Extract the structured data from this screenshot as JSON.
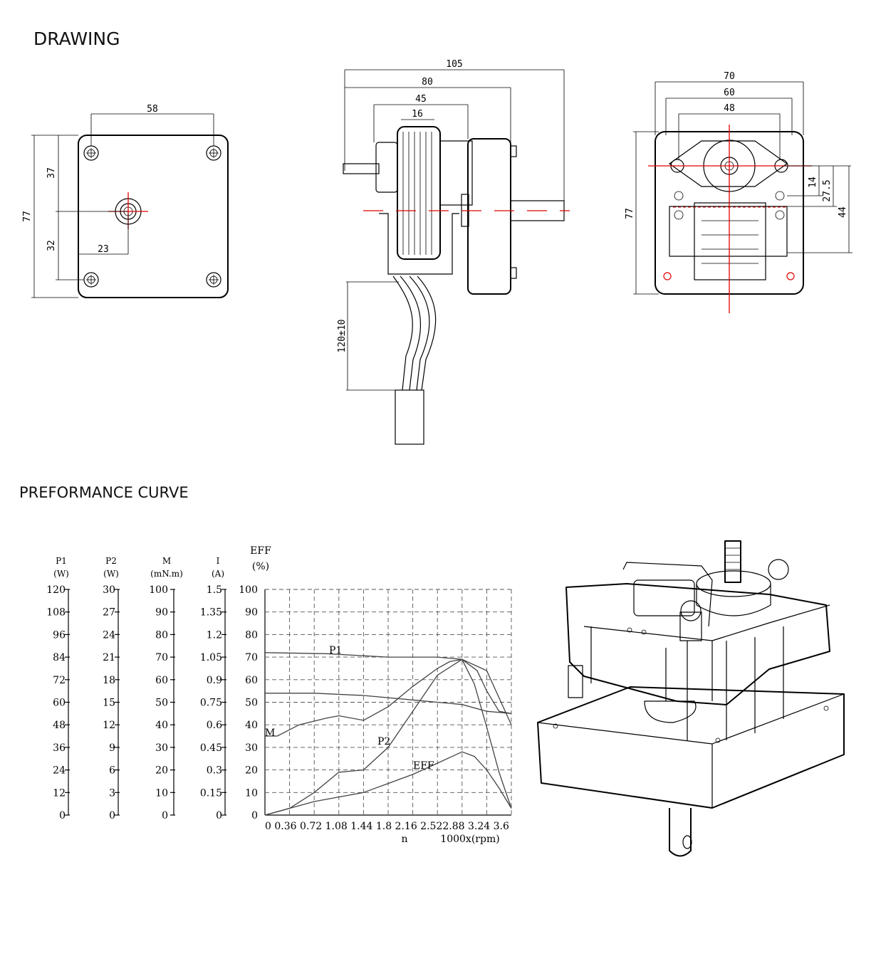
{
  "headings": {
    "drawing": "DRAWING",
    "performance": "PREFORMANCE CURVE"
  },
  "front_view": {
    "width": "58",
    "height": "77",
    "upper": "37",
    "lower": "32",
    "offset": "23"
  },
  "side_view": {
    "overall": "105",
    "body": "80",
    "rotor": "45",
    "shaft": "16",
    "lead": "120±10"
  },
  "back_view": {
    "w70": "70",
    "w60": "60",
    "w48": "48",
    "height": "77",
    "h14": "14",
    "h27": "27.5",
    "h44": "44"
  },
  "chart_data": {
    "type": "line",
    "xlabel": "n",
    "xunit": "1000x(rpm)",
    "x_ticks": [
      "0",
      "0.36",
      "0.72",
      "1.08",
      "1.44",
      "1.8",
      "2.16",
      "2.52",
      "2.88",
      "3.24",
      "3.6"
    ],
    "x_tick_text": "0  0.36  0.72 1.08  1.44  1.8  2.16  2.522.88  3.24  3.6",
    "xlim": [
      0,
      3.6
    ],
    "axes": [
      {
        "name": "P1",
        "unit": "(W)",
        "ticks": [
          "0",
          "12",
          "24",
          "36",
          "48",
          "60",
          "72",
          "84",
          "96",
          "108",
          "120"
        ]
      },
      {
        "name": "P2",
        "unit": "(W)",
        "ticks": [
          "0",
          "3",
          "6",
          "9",
          "12",
          "15",
          "18",
          "21",
          "24",
          "27",
          "30"
        ]
      },
      {
        "name": "M",
        "unit": "(mN.m)",
        "ticks": [
          "0",
          "10",
          "20",
          "30",
          "40",
          "50",
          "60",
          "70",
          "80",
          "90",
          "100"
        ]
      },
      {
        "name": "I",
        "unit": "(A)",
        "ticks": [
          "0",
          "0.15",
          "0.3",
          "0.45",
          "0.6",
          "0.75",
          "0.9",
          "1.05",
          "1.2",
          "1.35",
          "1.5"
        ]
      },
      {
        "name": "EFF",
        "unit": "(%)",
        "ticks": [
          "0",
          "10",
          "20",
          "30",
          "40",
          "50",
          "60",
          "70",
          "80",
          "90",
          "100"
        ]
      }
    ],
    "ylim": [
      0,
      100
    ],
    "grid": true,
    "series": [
      {
        "name": "P1",
        "x": [
          0,
          0.9,
          1.8,
          2.52,
          2.88,
          3.24,
          3.6
        ],
        "y": [
          72,
          71.5,
          70,
          70,
          69,
          64,
          40
        ]
      },
      {
        "name": "",
        "x": [
          0,
          0.72,
          1.44,
          2.16,
          2.88,
          3.24,
          3.6
        ],
        "y": [
          54,
          54,
          53,
          51,
          49,
          46,
          45
        ]
      },
      {
        "name": "M",
        "x": [
          0,
          0.18,
          0.5,
          0.9,
          1.08,
          1.44,
          1.8,
          2.16,
          2.52,
          2.7,
          2.88,
          3.1,
          3.24,
          3.42,
          3.6
        ],
        "y": [
          35,
          35,
          40,
          43,
          44,
          42,
          48,
          57,
          65,
          68,
          69,
          64,
          55,
          46,
          45
        ]
      },
      {
        "name": "P2",
        "x": [
          0,
          0.36,
          0.72,
          1.08,
          1.44,
          1.8,
          2.16,
          2.52,
          2.88,
          3.06,
          3.24,
          3.42,
          3.6
        ],
        "y": [
          0,
          3,
          10,
          19,
          20,
          30,
          46,
          62,
          69,
          58,
          39,
          19,
          3
        ]
      },
      {
        "name": "EFF",
        "x": [
          0,
          0.36,
          0.72,
          1.08,
          1.44,
          1.8,
          2.16,
          2.52,
          2.88,
          3.06,
          3.24,
          3.42,
          3.6
        ],
        "y": [
          0,
          3,
          6,
          8,
          10,
          14,
          18,
          23,
          28,
          26,
          20,
          12,
          3
        ]
      }
    ]
  },
  "colors": {
    "centerline": "#e00000",
    "grid": "#555555",
    "curve": "#444444"
  }
}
